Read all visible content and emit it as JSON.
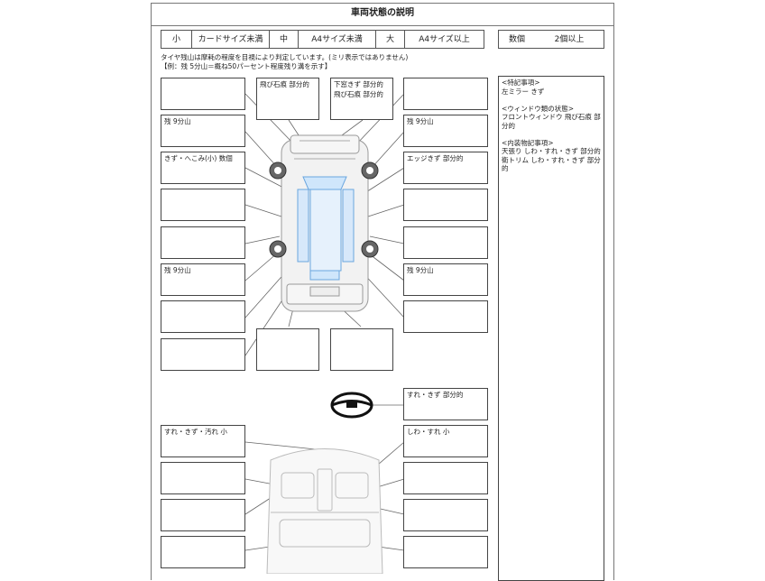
{
  "title": "車両状態の説明",
  "size_legend": [
    {
      "label": "小",
      "desc": "カードサイズ未満"
    },
    {
      "label": "中",
      "desc": "A4サイズ未満"
    },
    {
      "label": "大",
      "desc": "A4サイズ以上"
    }
  ],
  "count_legend": {
    "label": "数個",
    "desc": "2個以上"
  },
  "notes": {
    "line1": "タイヤ残山は摩耗の程度を目視により判定しています。(ミリ表示ではありません)",
    "line2": "【例：残 5分山＝概ね50パーセント程度残り溝を示す】"
  },
  "exterior": {
    "left": [
      "",
      "残 9分山",
      "きず・へこみ(小) 数個",
      "",
      "",
      "残 9分山",
      "",
      ""
    ],
    "right": [
      "",
      "残 9分山",
      "エッジきず 部分的",
      "",
      "",
      "残 9分山",
      "",
      ""
    ],
    "top": [
      "飛び石痕 部分的",
      "下窓きず 部分的\n飛び石痕 部分的"
    ],
    "bottom": [
      "",
      ""
    ]
  },
  "steering_note": "すれ・きず 部分的",
  "interior": {
    "left": [
      "すれ・きず・汚れ 小",
      "",
      "",
      ""
    ],
    "right": [
      "しわ・すれ 小",
      "",
      "",
      ""
    ]
  },
  "remarks": {
    "special_title": "<特記事項>",
    "special_body": "左ミラー きず",
    "window_title": "<ウィンドウ類の状態>",
    "window_body": "フロントウィンドウ 飛び石痕 部分的",
    "interior_title": "<内装物記事項>",
    "interior_line1": "天張り しわ・すれ・きず 部分的",
    "interior_line2": "衛トリム しわ・すれ・きず 部分的"
  }
}
